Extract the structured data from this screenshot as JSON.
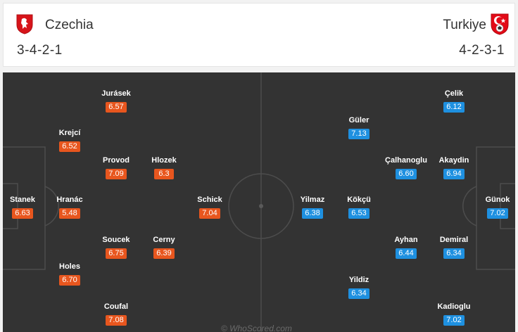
{
  "colors": {
    "home_rating": "#e8561e",
    "away_rating": "#1e90e0",
    "pitch": "#333333"
  },
  "home": {
    "name": "Czechia",
    "formation": "3-4-2-1",
    "crest_icon": "czech-lion-crest-icon"
  },
  "away": {
    "name": "Turkiye",
    "formation": "4-2-3-1",
    "crest_icon": "turkish-crescent-crest-icon"
  },
  "home_players": [
    {
      "name": "Jurásek",
      "rating": "6.57"
    },
    {
      "name": "Krejcí",
      "rating": "6.52"
    },
    {
      "name": "Provod",
      "rating": "7.09"
    },
    {
      "name": "Hlozek",
      "rating": "6.3"
    },
    {
      "name": "Stanek",
      "rating": "6.63"
    },
    {
      "name": "Hranác",
      "rating": "5.48"
    },
    {
      "name": "Schick",
      "rating": "7.04"
    },
    {
      "name": "Soucek",
      "rating": "6.75"
    },
    {
      "name": "Cerny",
      "rating": "6.39"
    },
    {
      "name": "Holes",
      "rating": "6.70"
    },
    {
      "name": "Coufal",
      "rating": "7.08"
    }
  ],
  "away_players": [
    {
      "name": "Çelik",
      "rating": "6.12"
    },
    {
      "name": "Güler",
      "rating": "7.13"
    },
    {
      "name": "Çalhanoglu",
      "rating": "6.60"
    },
    {
      "name": "Akaydin",
      "rating": "6.94"
    },
    {
      "name": "Yilmaz",
      "rating": "6.38"
    },
    {
      "name": "Kökçü",
      "rating": "6.53"
    },
    {
      "name": "Günok",
      "rating": "7.02"
    },
    {
      "name": "Ayhan",
      "rating": "6.44"
    },
    {
      "name": "Demiral",
      "rating": "6.34"
    },
    {
      "name": "Yildiz",
      "rating": "6.34"
    },
    {
      "name": "Kadioglu",
      "rating": "7.02"
    }
  ],
  "watermark": "© WhoScored.com"
}
